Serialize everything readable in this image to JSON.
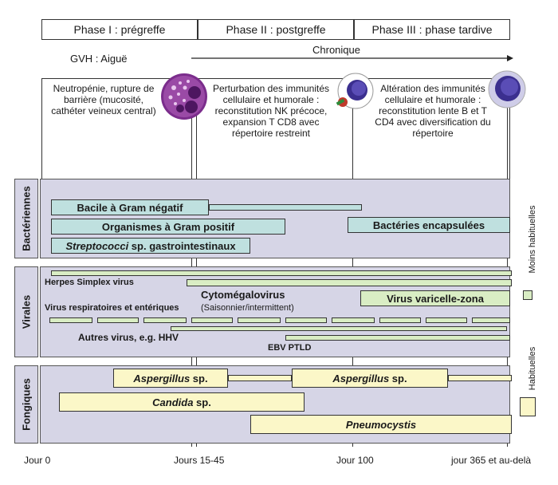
{
  "phases": [
    "Phase I : prégreffe",
    "Phase II : postgreffe",
    "Phase III : phase tardive"
  ],
  "gvh_acute": "GVH : Aiguë",
  "gvh_chronic": "Chronique",
  "descriptions": {
    "p1": "Neutropénie, rupture de barrière (mucosité, cathéter veineux central)",
    "p2": "Perturbation des immunités cellulaire et humorale : reconstitution NK précoce, expansion T CD8 avec répertoire restreint",
    "p3": "Altération des immunités cellulaire et humorale : reconstitution lente B et T CD4 avec diversification du répertoire"
  },
  "categories": {
    "bact": "Bactériennes",
    "viral": "Virales",
    "fung": "Fongiques"
  },
  "bacteria": {
    "gram_neg": "Bacile à Gram négatif",
    "gram_pos": "Organismes à Gram positif",
    "strep": "Streptococci",
    "strep_suffix": " sp. gastrointestinaux",
    "encaps": "Bactéries encapsulées"
  },
  "viruses": {
    "hsv": "Herpes Simplex virus",
    "cmv": "Cytomégalovirus",
    "cmv_note": "(Saisonnier/intermittent)",
    "resp": "Virus respiratoires et entériques",
    "vzv": "Virus varicelle-zona",
    "hhv": "Autres virus, e.g. HHV",
    "ebv": "EBV PTLD"
  },
  "fungi": {
    "asp1": "Aspergillus",
    "asp2": "Aspergillus",
    "candida": "Candida",
    "pneumo": "Pneumocystis",
    "sp": " sp."
  },
  "legend": {
    "less": "Moins habituelles",
    "usual": "Habituelles"
  },
  "axis": [
    "Jour 0",
    "Jours 15-45",
    "Jour 100",
    "jour 365 et au-delà"
  ],
  "colors": {
    "band": "#d6d5e6",
    "usual": "#fbf7c8",
    "less": "#d9edc4",
    "bacteria": "#bfe0df",
    "neutrophil": "#7b2d8c",
    "lymphocyte": "#3b2f8f"
  }
}
